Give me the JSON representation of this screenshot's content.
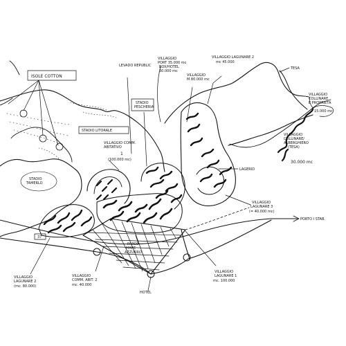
{
  "labels": {
    "isole_cotton": "ISOLE COTTON",
    "levado_rep": "LEVADO REPUBLIC",
    "villaggio_port": [
      "VILLAGGIO",
      "PORT 35.000 mc",
      "BOX/HOTEL",
      "30.000 mc"
    ],
    "villaggio_m": [
      "VILLAGGIO",
      "M 80.000 mc"
    ],
    "villaggio_2_top": [
      "VILLAGGIO LAGUNARE 2",
      "mc 45.000"
    ],
    "tesa": "TESA",
    "villaggio_collinare": [
      "VILLAGGIO",
      "COLLINARE",
      "E PROPRIETA"
    ],
    "villaggio_3": [
      "VILLAGGIO",
      "COLLINARE/",
      "ALBERGHIERO",
      "(TESA)"
    ],
    "villaggio_3_vol": "30.000 mc",
    "mc_15": "15.000 mc",
    "stadio_pescheria": [
      "STADIO",
      "PESCHERIA"
    ],
    "stadio_litorale": "STADIO LITORALE",
    "villaggio_comm": [
      "VILLAGGIO COMM.",
      "ABITATIVO"
    ],
    "villaggio_comm_vol": "1",
    "villaggio_comm_mc": "(100.000 mc)",
    "stadio_tamerlo": [
      "STADIO",
      "TAMERLO"
    ],
    "lagerid": "LAGERID",
    "villaggio_lagunare_right": [
      "VILLAGGIO",
      "LAGUNARE 3",
      "(= 40.000 mc)"
    ],
    "porto": "PORTO I STAB.",
    "num_37": "37",
    "parco": [
      "PARCO",
      "MARE",
      "AZZURRO"
    ],
    "villaggio_lagunare_2": [
      "VILLAGGIO",
      "LAGUNARE 2",
      "(mc. 80.000)"
    ],
    "villaggio_comm_2": [
      "VILLAGGIO",
      "COMM. ABIT. 2",
      "mc. 40.000"
    ],
    "villaggio_lagunare_1": [
      "VILLAGGIO",
      "LAGUNARE 1",
      "mc. 100.000"
    ],
    "hotel": "HOTEL"
  }
}
